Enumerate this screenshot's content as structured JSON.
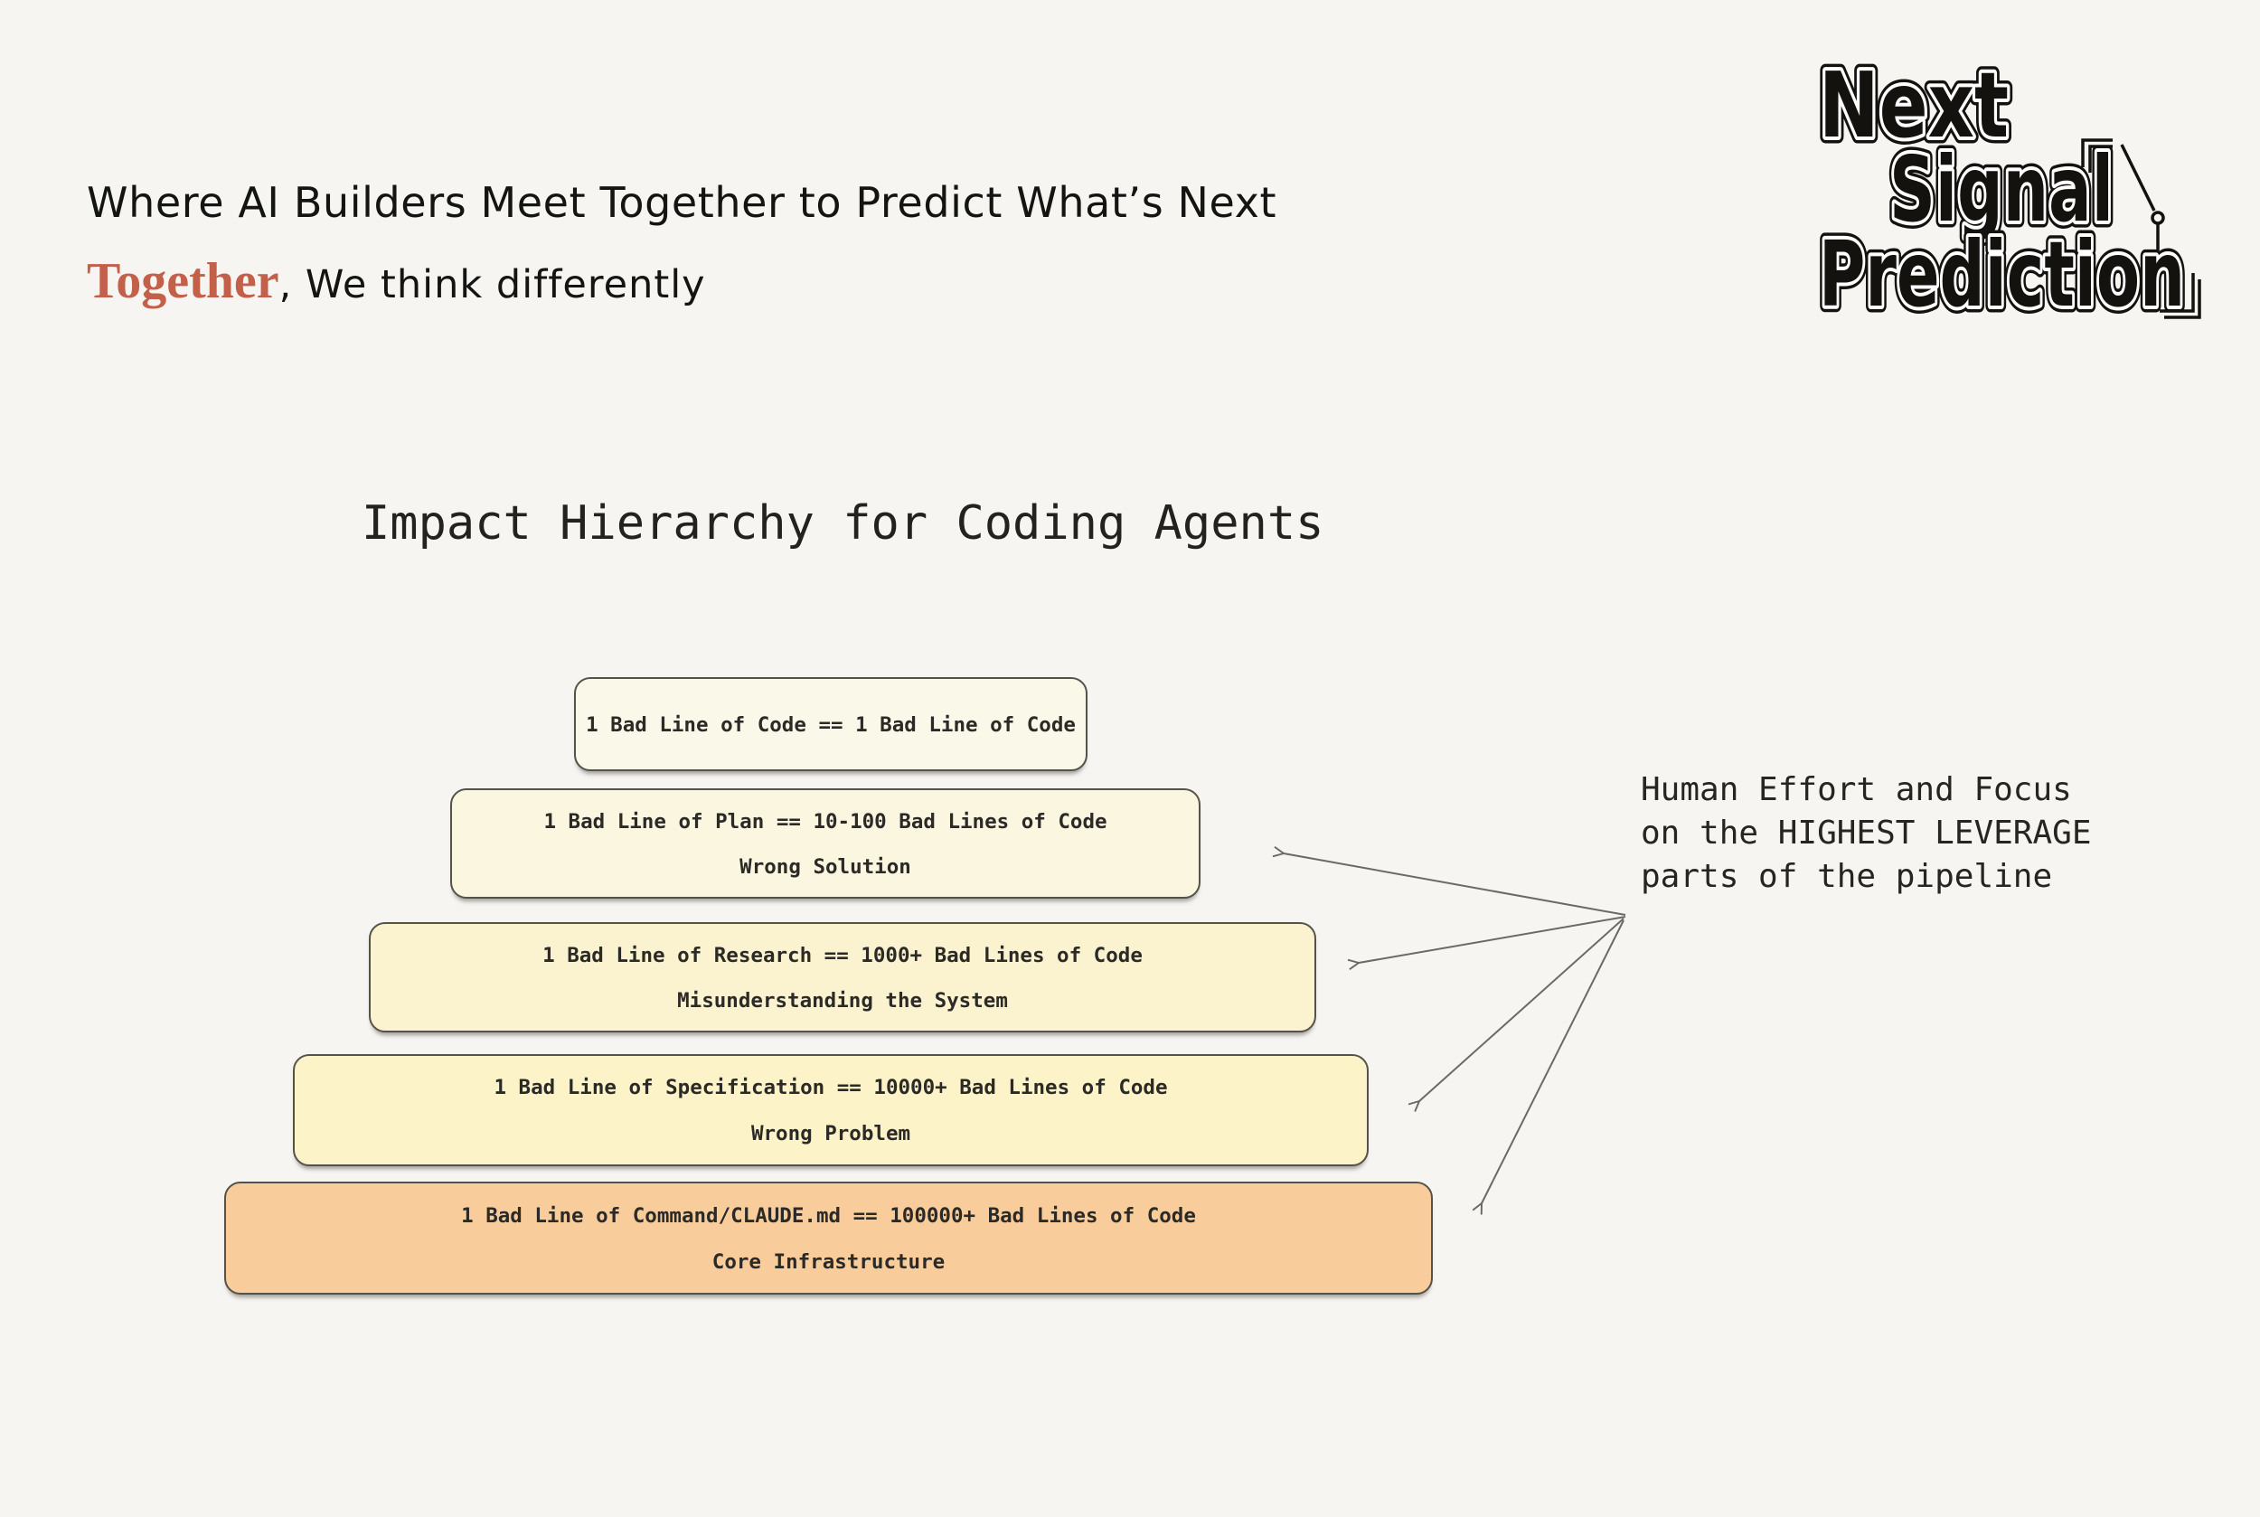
{
  "page": {
    "background": "#f6f5f2",
    "accent_color": "#c2604a",
    "box_border_color": "#55524a",
    "arrow_color": "#5a5a57"
  },
  "header": {
    "tagline_line1": "Where AI Builders Meet Together to Predict What’s Next",
    "tagline_accent": "Together",
    "tagline_rest": ", We think differently"
  },
  "logo": {
    "line1": "Next",
    "line2": "Signal",
    "line3": "Prediction"
  },
  "diagram": {
    "title": "Impact Hierarchy for Coding Agents",
    "levels": [
      {
        "equation": "1 Bad Line of Code == 1 Bad Line of Code",
        "label": "",
        "bg": "#faf8e9"
      },
      {
        "equation": "1 Bad Line of Plan == 10-100 Bad Lines of Code",
        "label": "Wrong Solution",
        "bg": "#fbf6df"
      },
      {
        "equation": "1 Bad Line of Research == 1000+ Bad Lines of Code",
        "label": "Misunderstanding the System",
        "bg": "#fbf3d0"
      },
      {
        "equation": "1 Bad Line of Specification == 10000+ Bad Lines of Code",
        "label": "Wrong Problem",
        "bg": "#fcf3c9"
      },
      {
        "equation": "1 Bad Line of Command/CLAUDE.md == 100000+ Bad Lines of Code",
        "label": "Core Infrastructure",
        "bg": "#f9cd9b"
      }
    ],
    "annotation": {
      "lines": [
        "Human Effort and Focus",
        "on the HIGHEST LEVERAGE",
        "parts of the pipeline"
      ]
    }
  }
}
